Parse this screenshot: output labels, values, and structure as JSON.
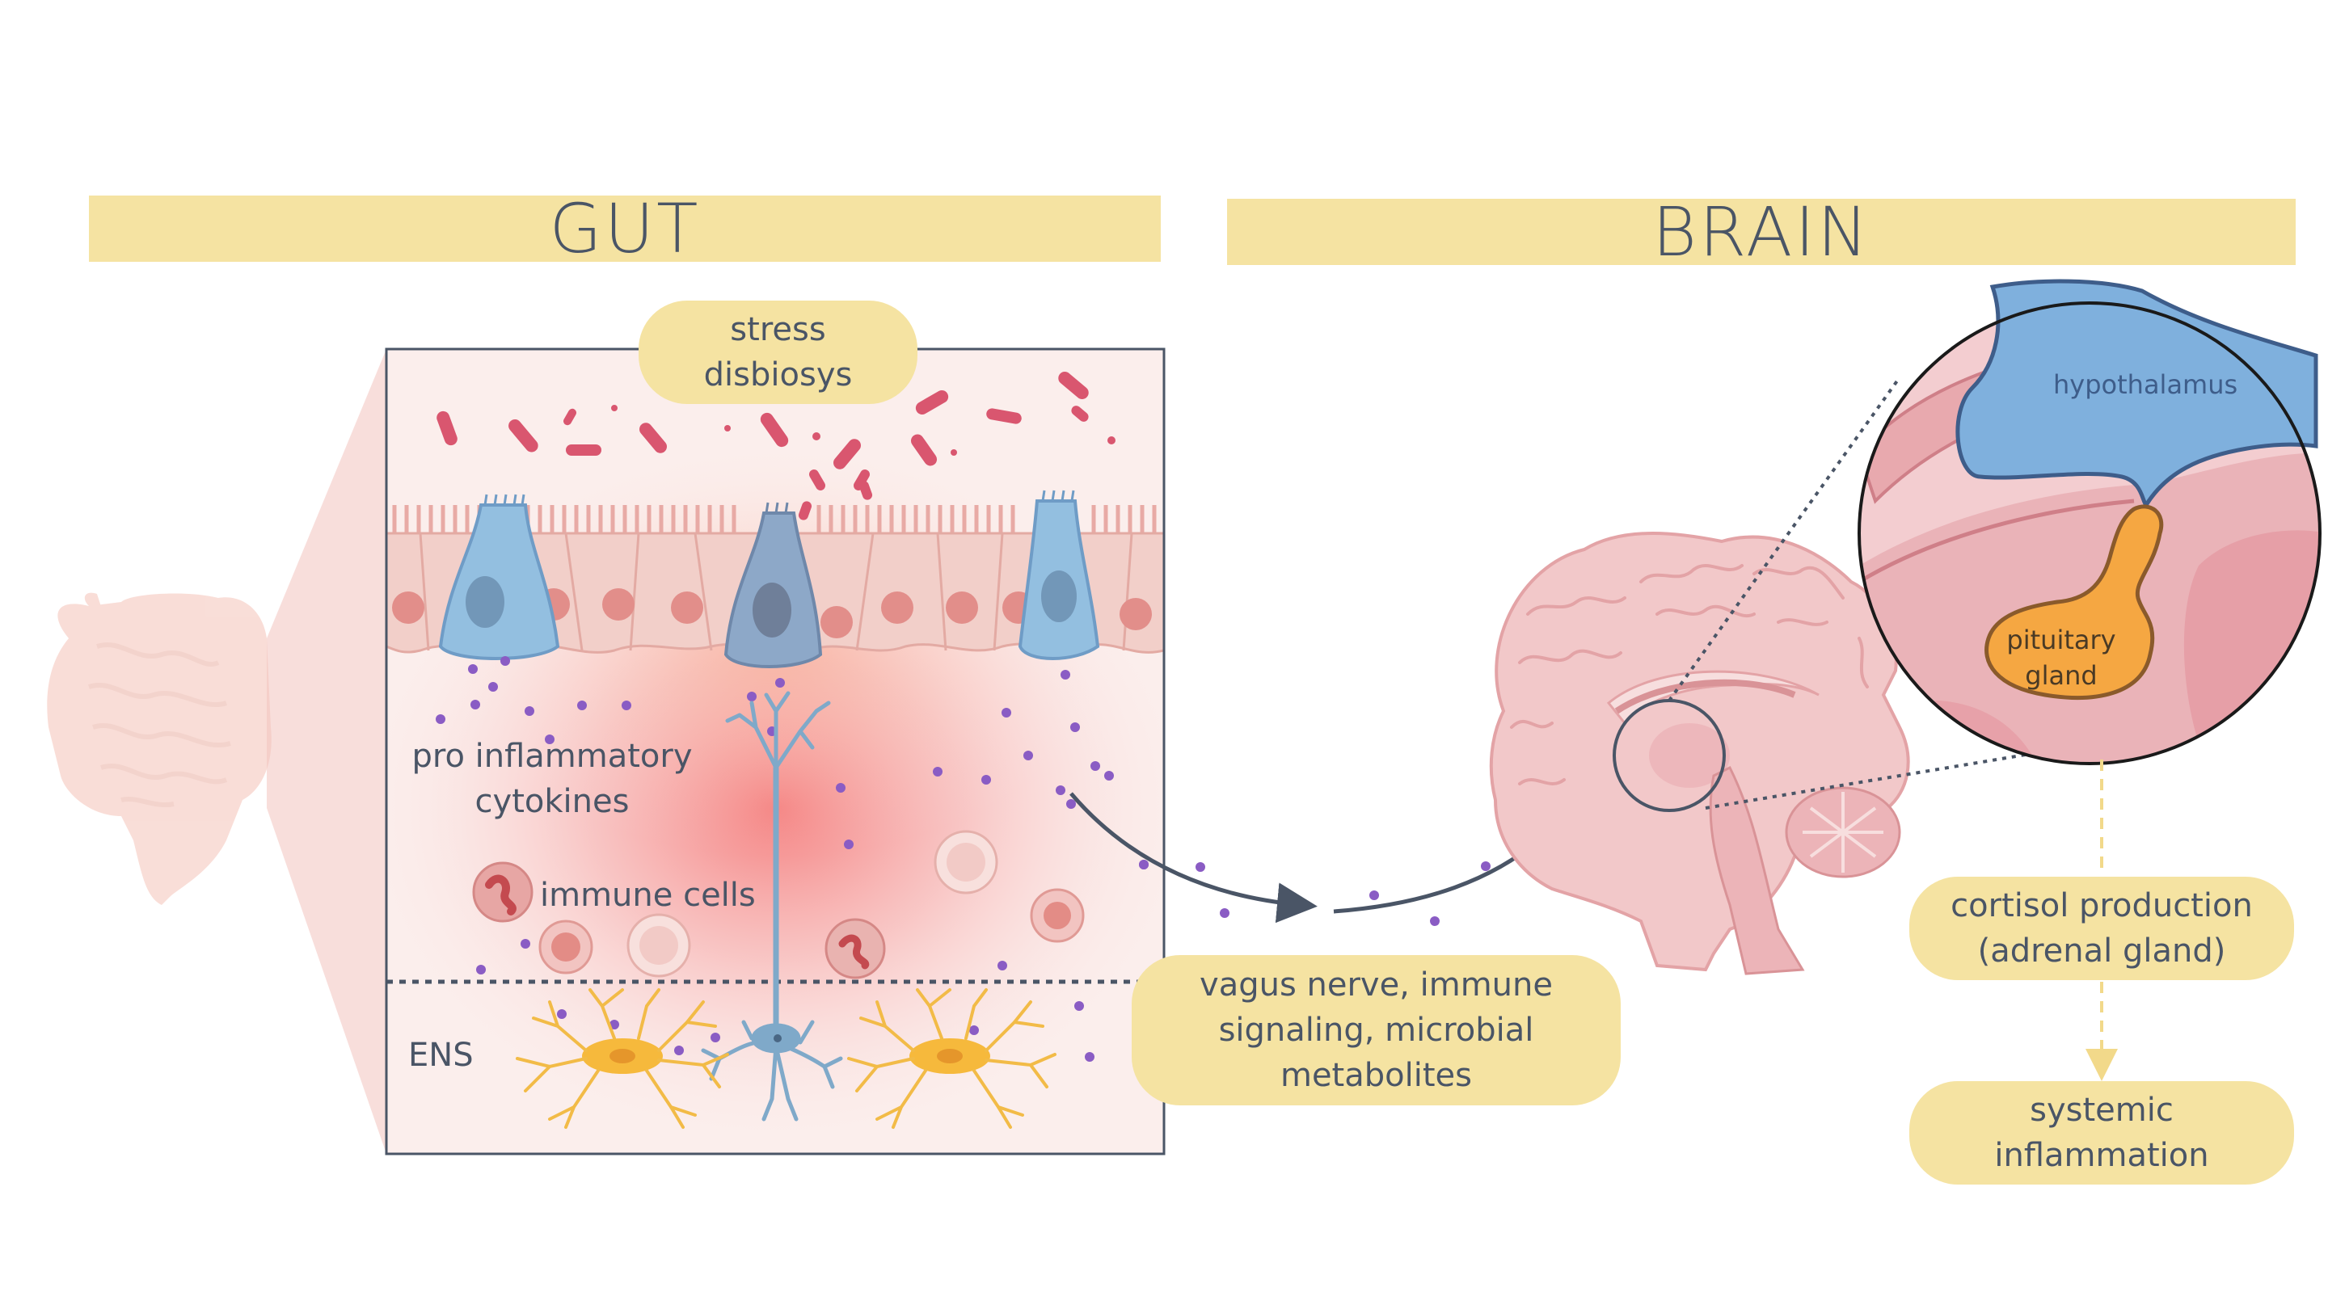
{
  "headers": {
    "gut": "GUT",
    "brain": "BRAIN"
  },
  "labels": {
    "stress": [
      "stress",
      "disbiosys"
    ],
    "cytokines": [
      "pro inflammatory",
      "cytokines"
    ],
    "immune_cells": "immune cells",
    "ens": "ENS",
    "pathway": [
      "vagus nerve, immune",
      "signaling, microbial",
      "metabolites"
    ],
    "hypothalamus": "hypothalamus",
    "pituitary": [
      "pituitary",
      "gland"
    ],
    "cortisol": [
      "cortisol production",
      "(adrenal gland)"
    ],
    "systemic": [
      "systemic",
      "inflammation"
    ]
  },
  "colors": {
    "banner": "#f5e3a2",
    "text": "#4a5566",
    "epithelium": "#f2cfc9",
    "enteroendocrine": "#93bfe0",
    "glia": "#f6b93c",
    "cytokine": "#8a5cc4",
    "inflammation": "#f25a5a",
    "bacteria": "#d9566f",
    "hypothalamus": "#7fb0dd",
    "pituitary": "#f5a742",
    "brain": "#f0c4c6"
  },
  "icons": [
    "intestine-icon",
    "bacteria-icon",
    "epithelial-cell-icon",
    "neuron-icon",
    "glial-cell-icon",
    "immune-cell-icon",
    "brain-icon",
    "zoom-lens-icon"
  ]
}
